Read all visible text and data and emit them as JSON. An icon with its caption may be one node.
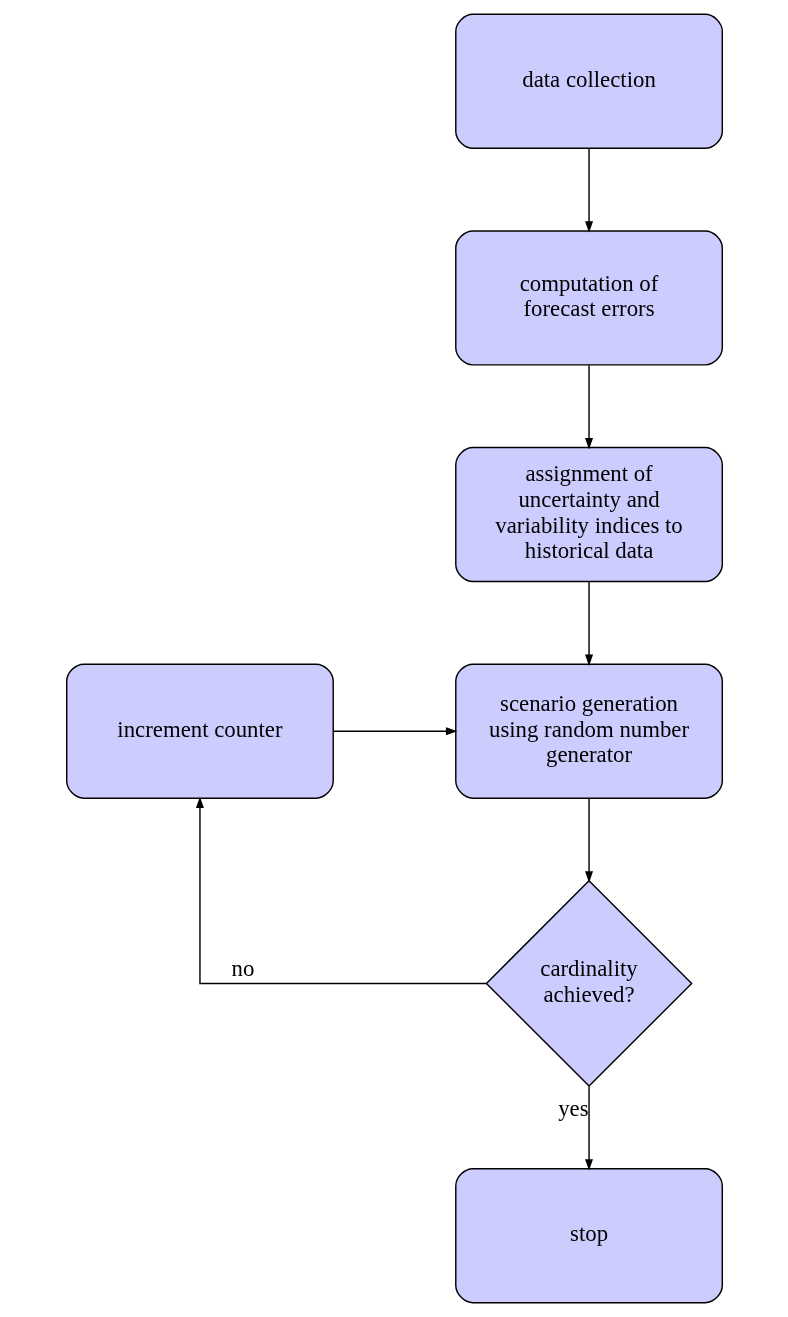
{
  "diagram": {
    "nodes": [
      {
        "text": [
          "data collection"
        ]
      },
      {
        "text": [
          "computation of forecast errors"
        ]
      },
      {
        "text": [
          "assignment of uncertainty and variability indices to historical data"
        ]
      },
      {
        "text": [
          "increment counter"
        ]
      },
      {
        "text": [
          "scenario generation using random number generator"
        ]
      },
      {
        "text": [
          "cardinality achieved?"
        ]
      },
      {
        "text": [
          "stop"
        ]
      }
    ],
    "edges": [
      {
        "from": 0,
        "to": 1,
        "arrow": "to"
      },
      {
        "from": 1,
        "to": 2,
        "arrow": "to"
      },
      {
        "from": 2,
        "to": 4,
        "arrow": "to"
      },
      {
        "from": 4,
        "to": 5,
        "arrow": "to"
      },
      {
        "from": 5,
        "to": 3,
        "label": "no",
        "arrow": "to"
      },
      {
        "from": 3,
        "to": 4,
        "arrow": "to"
      },
      {
        "from": 5,
        "to": 6,
        "label": "yes",
        "arrow": "to"
      }
    ]
  }
}
